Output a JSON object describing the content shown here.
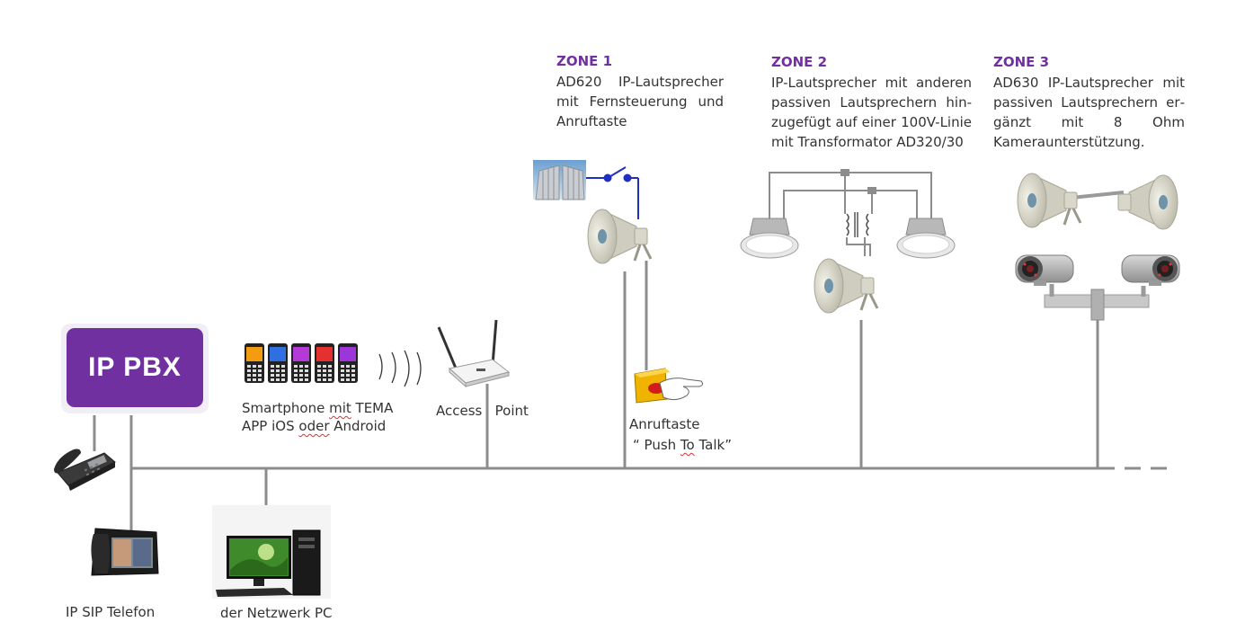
{
  "pbx": {
    "label": "IP PBX"
  },
  "labels": {
    "smartphone_line1_a": "Smartphone ",
    "smartphone_line1_b": "mit",
    "smartphone_line1_c": " TEMA",
    "smartphone_line2_a": "APP iOS ",
    "smartphone_line2_b": "oder",
    "smartphone_line2_c": " Android",
    "access_point": "Access   Point",
    "anruftaste": "Anruftaste",
    "push_to_talk_a": "“ Push ",
    "push_to_talk_b": "To",
    "push_to_talk_c": " Talk”",
    "ip_sip_telefon": "IP SIP Telefon",
    "netzwerk_pc": "der Netzwerk PC"
  },
  "zones": [
    {
      "title": "ZONE 1",
      "description": "AD620 IP-Lautsprecher mit Fernsteuerung und Anruftaste"
    },
    {
      "title": "ZONE 2",
      "description": "IP-Lautsprecher mit anderen passiven Lautsprechern hin­zugefügt auf einer 100V-Linie mit Transformator AD320/30"
    },
    {
      "title": "ZONE 3",
      "description": "AD630 IP-Lautsprecher mit passiven Lautsprechern er­gänzt mit 8 Ohm Kameraun­terstützung."
    }
  ],
  "colors": {
    "pbx_purple": "#7030a0",
    "zone_title": "#7030a0",
    "network_line": "#8c8c8c",
    "remote_wire": "#1f2fbf",
    "spell_underline": "#e03030"
  },
  "icons": {
    "desk_phone": "desk-phone-icon",
    "video_phone": "video-phone-icon",
    "pc": "desktop-pc-icon",
    "smartphones": "smartphone-icon",
    "wifi": "wifi-waves-icon",
    "router": "access-point-icon",
    "gate": "gate-icon",
    "switch": "remote-switch-icon",
    "horn": "horn-speaker-icon",
    "ceiling": "ceiling-speaker-icon",
    "transformer": "transformer-icon",
    "camera": "camera-icon",
    "push_button": "push-button-icon"
  }
}
